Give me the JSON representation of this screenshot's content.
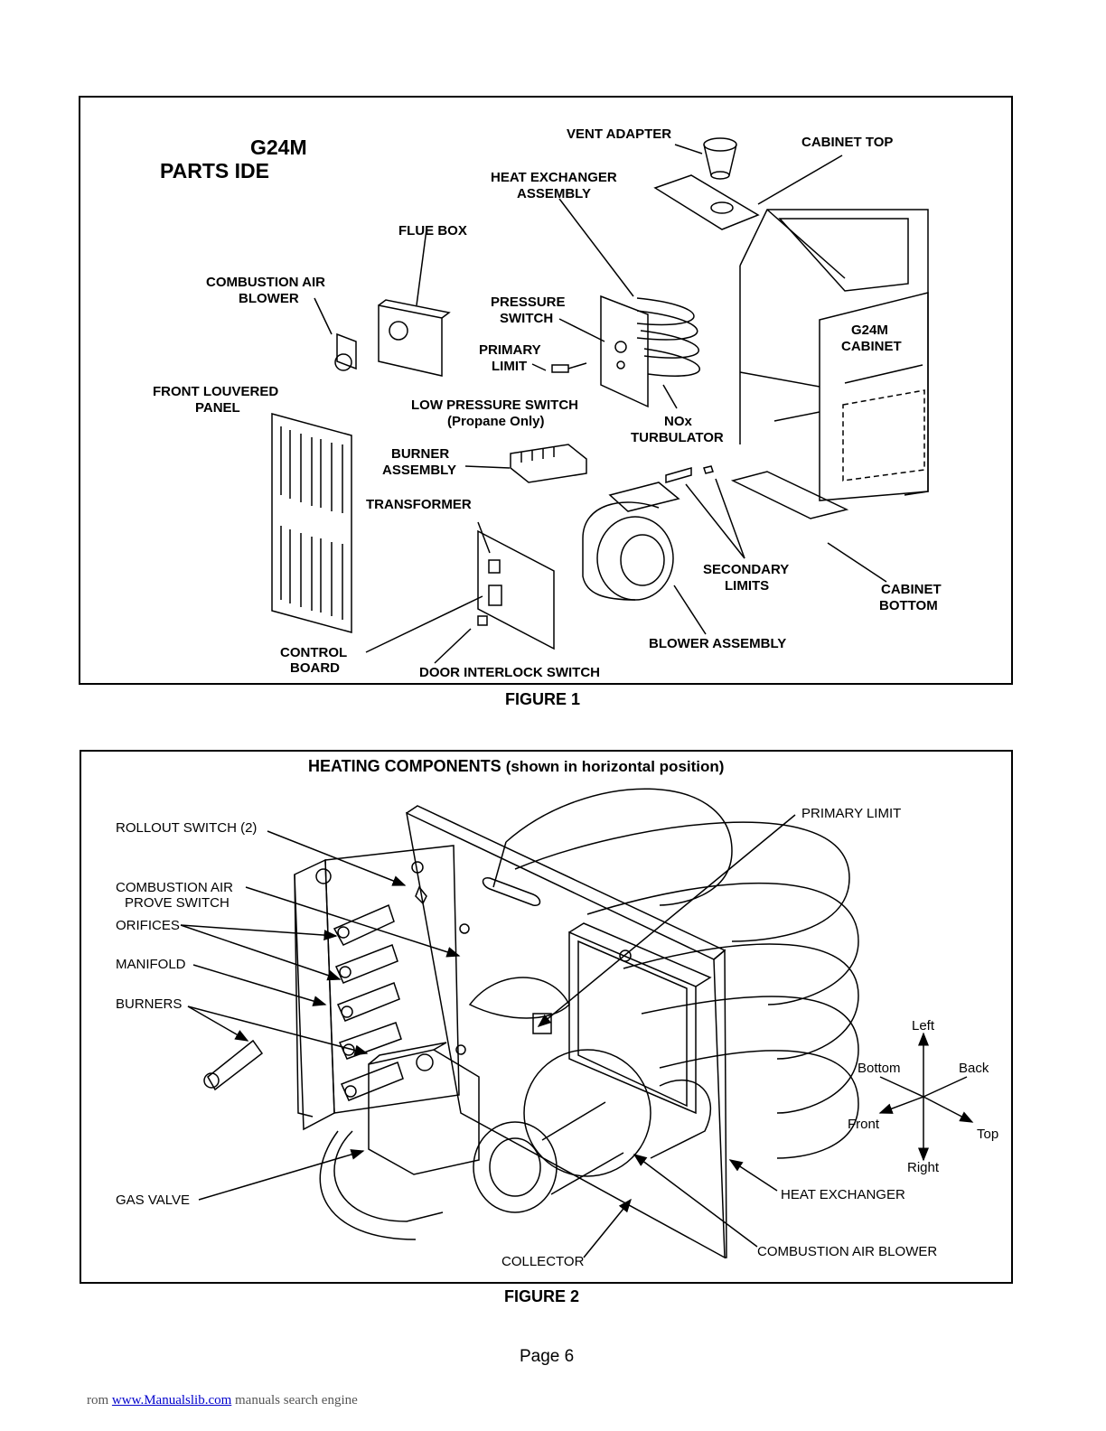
{
  "figure1": {
    "title_line1": "G24M",
    "title_line2": "PARTS IDE",
    "labels": {
      "vent_adapter": "VENT ADAPTER",
      "cabinet_top": "CABINET TOP",
      "heat_exchanger_l1": "HEAT EXCHANGER",
      "heat_exchanger_l2": "ASSEMBLY",
      "flue_box": "FLUE BOX",
      "combustion_air_l1": "COMBUSTION AIR",
      "combustion_air_l2": "BLOWER",
      "pressure_switch_l1": "PRESSURE",
      "pressure_switch_l2": "SWITCH",
      "g24m_cabinet_l1": "G24M",
      "g24m_cabinet_l2": "CABINET",
      "primary_limit_l1": "PRIMARY",
      "primary_limit_l2": "LIMIT",
      "front_louvered_l1": "FRONT LOUVERED",
      "front_louvered_l2": "PANEL",
      "low_pressure_l1": "LOW PRESSURE SWITCH",
      "low_pressure_l2": "(Propane Only)",
      "nox_l1": "NOx",
      "nox_l2": "TURBULATOR",
      "burner_l1": "BURNER",
      "burner_l2": "ASSEMBLY",
      "transformer": "TRANSFORMER",
      "secondary_l1": "SECONDARY",
      "secondary_l2": "LIMITS",
      "cabinet_bottom_l1": "CABINET",
      "cabinet_bottom_l2": "BOTTOM",
      "blower_assembly": "BLOWER ASSEMBLY",
      "control_board_l1": "CONTROL",
      "control_board_l2": "BOARD",
      "door_interlock": "DOOR INTERLOCK SWITCH"
    },
    "caption": "FIGURE 1"
  },
  "figure2": {
    "title_bold": "HEATING COMPONENTS",
    "title_rest": "(shown in horizontal position)",
    "labels": {
      "rollout_switch": "ROLLOUT SWITCH (2)",
      "combustion_prove_l1": "COMBUSTION AIR",
      "combustion_prove_l2": "PROVE SWITCH",
      "orifices": "ORIFICES",
      "manifold": "MANIFOLD",
      "burners": "BURNERS",
      "gas_valve": "GAS VALVE",
      "collector": "COLLECTOR",
      "primary_limit": "PRIMARY LIMIT",
      "heat_exchanger": "HEAT EXCHANGER",
      "combustion_blower": "COMBUSTION AIR BLOWER"
    },
    "compass": {
      "left": "Left",
      "right": "Right",
      "bottom": "Bottom",
      "back": "Back",
      "front": "Front",
      "top": "Top"
    },
    "caption": "FIGURE 2"
  },
  "page_number": "Page 6",
  "footer": {
    "prefix": "rom",
    "link": "www.Manualslib.com",
    "suffix": "manuals search engine"
  }
}
